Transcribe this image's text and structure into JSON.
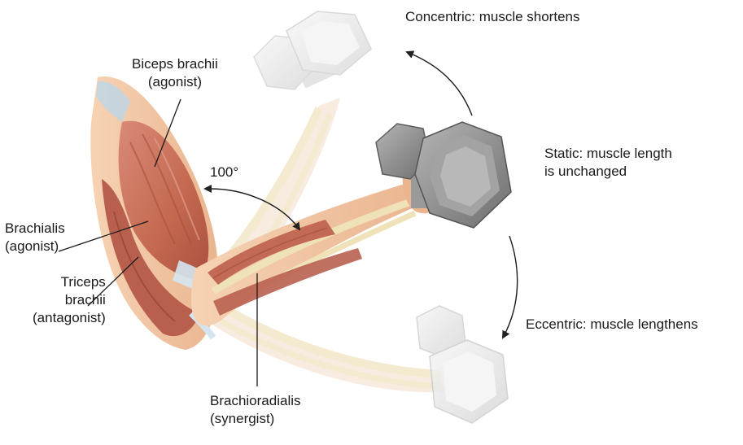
{
  "labels": {
    "concentric": "Concentric: muscle shortens",
    "static_line1": "Static: muscle length",
    "static_line2": "is unchanged",
    "eccentric": "Eccentric: muscle lengthens",
    "biceps_line1": "Biceps brachii",
    "biceps_line2": "(agonist)",
    "angle": "100°",
    "brachialis_line1": "Brachialis",
    "brachialis_line2": "(agonist)",
    "triceps_line1": "Triceps",
    "triceps_line2": "brachii",
    "triceps_line3": "(antagonist)",
    "brachioradialis_line1": "Brachioradialis",
    "brachioradialis_line2": "(synergist)"
  },
  "colors": {
    "muscle": "#c8705e",
    "muscle_dark": "#a9503f",
    "tendon": "#e7dccd",
    "bone": "#efe2b8",
    "skin": "#f2c9a6",
    "dumbbell_dark": "#7d7d7d",
    "dumbbell_light": "#e9e9e9"
  }
}
